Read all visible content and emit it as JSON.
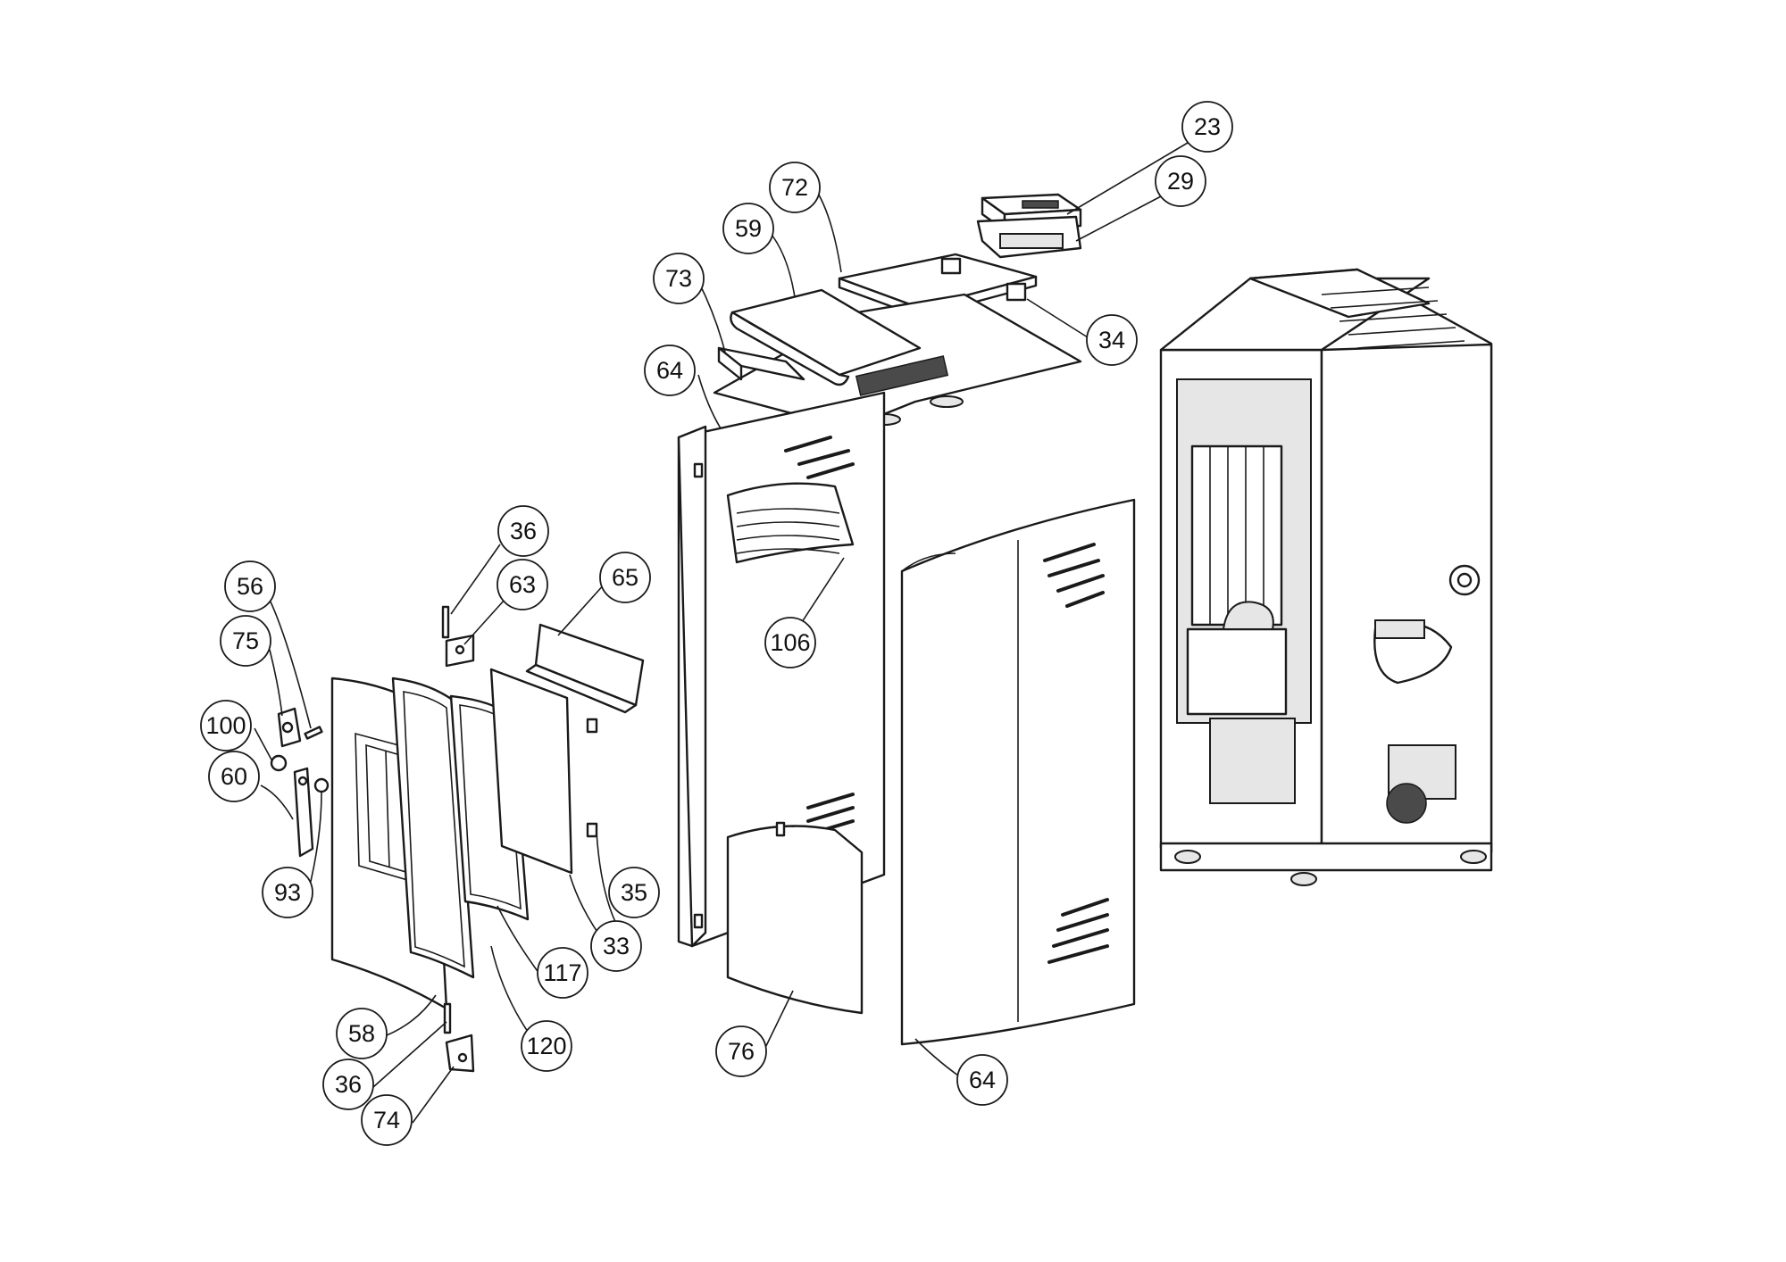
{
  "diagram": {
    "callouts": [
      {
        "label": "23",
        "part": "control-panel"
      },
      {
        "label": "29",
        "part": "control-panel-housing"
      },
      {
        "label": "72",
        "part": "top-cover-rear"
      },
      {
        "label": "59",
        "part": "top-cover-front"
      },
      {
        "label": "73",
        "part": "top-bracket"
      },
      {
        "label": "34",
        "part": "top-clip"
      },
      {
        "label": "64",
        "part": "side-panel-left"
      },
      {
        "label": "106",
        "part": "front-grille"
      },
      {
        "label": "36",
        "part": "hinge-pin-upper"
      },
      {
        "label": "63",
        "part": "hinge-upper"
      },
      {
        "label": "65",
        "part": "deflector"
      },
      {
        "label": "56",
        "part": "handle-pin"
      },
      {
        "label": "75",
        "part": "latch-bracket"
      },
      {
        "label": "100",
        "part": "nut"
      },
      {
        "label": "60",
        "part": "handle-lever"
      },
      {
        "label": "93",
        "part": "washer"
      },
      {
        "label": "35",
        "part": "clip"
      },
      {
        "label": "33",
        "part": "glass"
      },
      {
        "label": "117",
        "part": "glass-gasket"
      },
      {
        "label": "120",
        "part": "door-frame"
      },
      {
        "label": "58",
        "part": "door"
      },
      {
        "label": "36",
        "part": "hinge-pin-lower"
      },
      {
        "label": "74",
        "part": "hinge-lower"
      },
      {
        "label": "76",
        "part": "lower-front-panel"
      },
      {
        "label": "64",
        "part": "side-panel-right"
      }
    ]
  }
}
